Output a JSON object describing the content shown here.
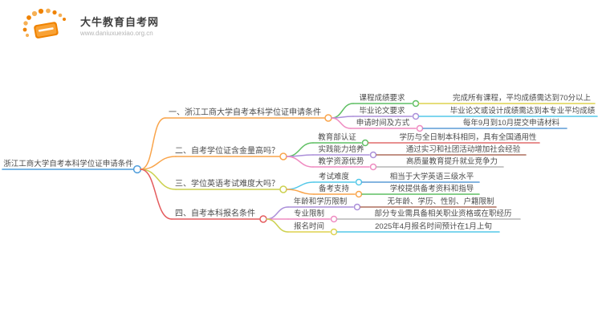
{
  "logo": {
    "title": "大牛教育自考网",
    "url": "www.daniuxuexiao.org.cn",
    "icon": "book-sunburst-icon"
  },
  "palette": {
    "root_blue": "#4e9ddb",
    "orange": "#f9a44a",
    "yellow_green": "#ccd14f",
    "red": "#e45c5e",
    "green": "#5fbf63",
    "purple": "#ab8fd9",
    "pink": "#ef8bc1",
    "yellow": "#ddd24e",
    "cyan": "#54c8e8",
    "blue": "#5b9bd5",
    "salmon": "#e06b6b",
    "brick": "#ad6f5d",
    "gray": "#b5b5b5",
    "text": "#4c4c4c",
    "logo_orange": "#ef8200"
  },
  "mindmap": {
    "root": {
      "label": "浙江工商大学自考本科学位证申请条件",
      "color": "#4e9ddb"
    },
    "branches": [
      {
        "label": "一、浙江工商大学自考本科学位证申请条件",
        "color": "#f9a44a",
        "children": [
          {
            "label": "课程成绩要求",
            "color": "#5fbf63",
            "value": "完成所有课程，平均成绩需达到70分以上",
            "value_color": "#ddd24e"
          },
          {
            "label": "毕业论文要求",
            "color": "#ab8fd9",
            "value": "毕业论文或设计成绩需达到本专业平均成绩",
            "value_color": "#54c8e8"
          },
          {
            "label": "申请时间及方式",
            "color": "#ef8bc1",
            "value": "每年9月到10月提交申请材料",
            "value_color": "#5b9bd5"
          }
        ]
      },
      {
        "label": "二、自考学位证含金量高吗？",
        "color": "#f9a44a",
        "children": [
          {
            "label": "教育部认证",
            "color": "#5fbf63",
            "value": "学历与全日制本科相同，具有全国通用性",
            "value_color": "#e06b6b"
          },
          {
            "label": "实践能力培养",
            "color": "#ab8fd9",
            "value": "通过实习和社团活动增加社会经验",
            "value_color": "#ad6f5d"
          },
          {
            "label": "教学资源优势",
            "color": "#ef8bc1",
            "value": "高质量教育提升就业竞争力",
            "value_color": "#b5b5b5"
          }
        ]
      },
      {
        "label": "三、学位英语考试难度大吗？",
        "color": "#ccd14f",
        "children": [
          {
            "label": "考试难度",
            "color": "#54c8e8",
            "value": "相当于大学英语三级水平",
            "value_color": "#5b9bd5"
          },
          {
            "label": "备考支持",
            "color": "#f9a44a",
            "value": "学校提供备考资料和指导",
            "value_color": "#5fbf63"
          }
        ]
      },
      {
        "label": "四、自考本科报名条件",
        "color": "#e45c5e",
        "children": [
          {
            "label": "年龄和学历限制",
            "color": "#ab8fd9",
            "value": "无年龄、学历、性别、户籍限制",
            "value_color": "#ad6f5d"
          },
          {
            "label": "专业限制",
            "color": "#ef8bc1",
            "value": "部分专业需具备相关职业资格或在职经历",
            "value_color": "#b5b5b5"
          },
          {
            "label": "报名时间",
            "color": "#d9d44e",
            "value": "2025年4月报名时间预计在1月上旬",
            "value_color": "#54c8e8"
          }
        ]
      }
    ]
  }
}
